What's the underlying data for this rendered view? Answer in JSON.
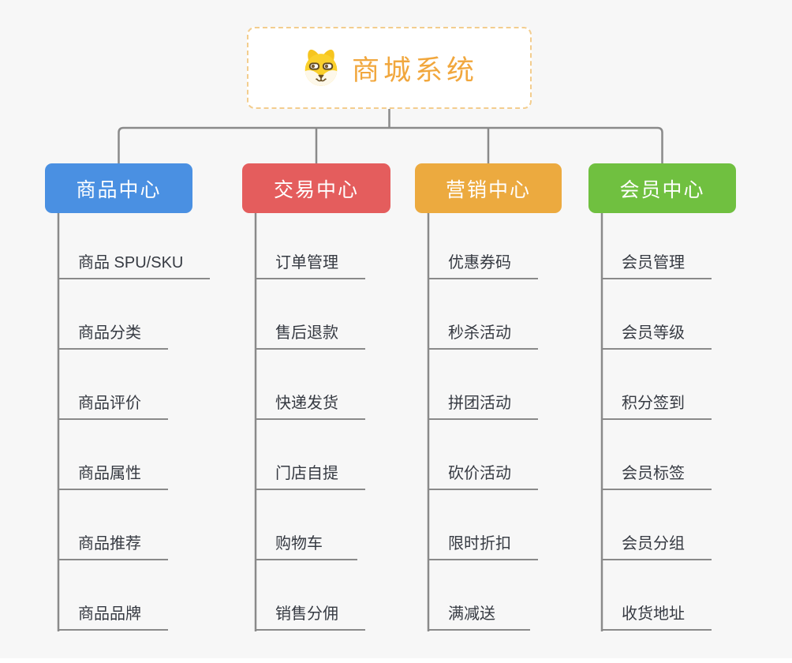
{
  "root": {
    "title": "商城系统",
    "icon": "dog-face-icon"
  },
  "branches": [
    {
      "label": "商品中心",
      "color": "#4a90e2",
      "children": [
        "商品 SPU/SKU",
        "商品分类",
        "商品评价",
        "商品属性",
        "商品推荐",
        "商品品牌"
      ]
    },
    {
      "label": "交易中心",
      "color": "#e45d5d",
      "children": [
        "订单管理",
        "售后退款",
        "快递发货",
        "门店自提",
        "购物车",
        "销售分佣"
      ]
    },
    {
      "label": "营销中心",
      "color": "#ecaa3f",
      "children": [
        "优惠券码",
        "秒杀活动",
        "拼团活动",
        "砍价活动",
        "限时折扣",
        "满减送"
      ]
    },
    {
      "label": "会员中心",
      "color": "#70c040",
      "children": [
        "会员管理",
        "会员等级",
        "积分签到",
        "会员标签",
        "会员分组",
        "收货地址"
      ]
    }
  ],
  "colors": {
    "background": "#f7f7f7",
    "node_background": "#ffffff",
    "root_text": "#f1a73d",
    "root_border": "#f3cd8e",
    "connector_line": "#8a8a8a",
    "item_text": "#363a42",
    "branch_label_text": "#ffffff"
  }
}
